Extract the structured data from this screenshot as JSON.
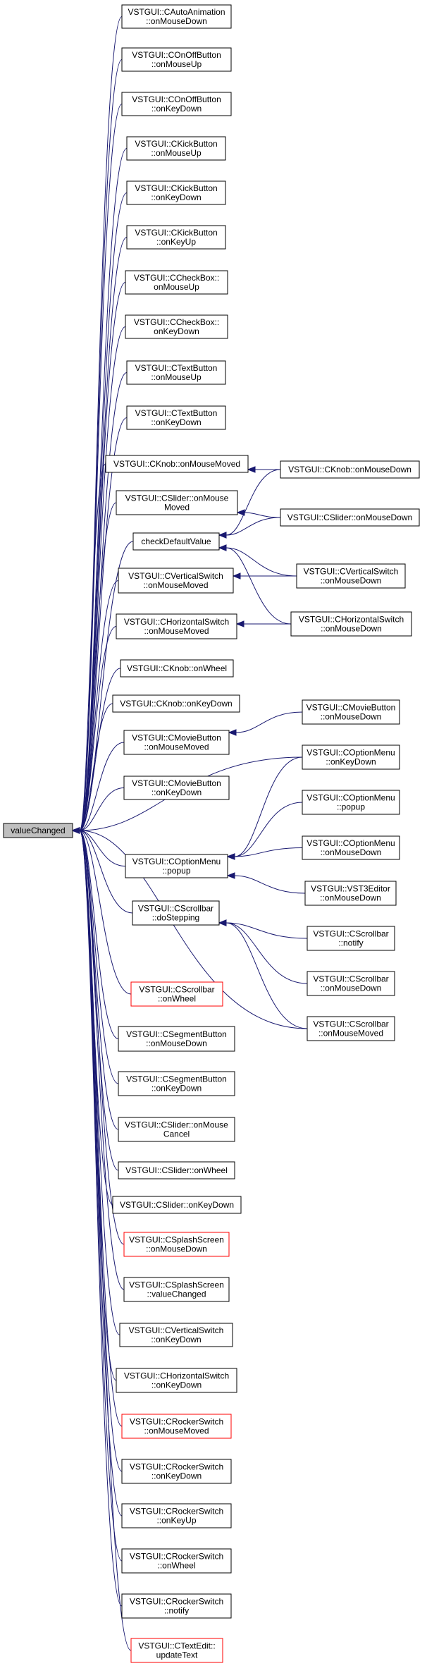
{
  "root": {
    "id": "valueChanged",
    "lines": [
      "valueChanged"
    ]
  },
  "nodes": [
    {
      "id": "n1",
      "lines": [
        "VSTGUI::CAutoAnimation",
        "::onMouseDown"
      ],
      "red": false
    },
    {
      "id": "n2",
      "lines": [
        "VSTGUI::COnOffButton",
        "::onMouseUp"
      ],
      "red": false
    },
    {
      "id": "n3",
      "lines": [
        "VSTGUI::COnOffButton",
        "::onKeyDown"
      ],
      "red": false
    },
    {
      "id": "n4",
      "lines": [
        "VSTGUI::CKickButton",
        "::onMouseUp"
      ],
      "red": false
    },
    {
      "id": "n5",
      "lines": [
        "VSTGUI::CKickButton",
        "::onKeyDown"
      ],
      "red": false
    },
    {
      "id": "n6",
      "lines": [
        "VSTGUI::CKickButton",
        "::onKeyUp"
      ],
      "red": false
    },
    {
      "id": "n7",
      "lines": [
        "VSTGUI::CCheckBox::",
        "onMouseUp"
      ],
      "red": false
    },
    {
      "id": "n8",
      "lines": [
        "VSTGUI::CCheckBox::",
        "onKeyDown"
      ],
      "red": false
    },
    {
      "id": "n9",
      "lines": [
        "VSTGUI::CTextButton",
        "::onMouseUp"
      ],
      "red": false
    },
    {
      "id": "n10",
      "lines": [
        "VSTGUI::CTextButton",
        "::onKeyDown"
      ],
      "red": false
    },
    {
      "id": "n11",
      "lines": [
        "VSTGUI::CKnob::onMouseMoved"
      ],
      "red": false
    },
    {
      "id": "n12",
      "lines": [
        "VSTGUI::CSlider::onMouse",
        "Moved"
      ],
      "red": false
    },
    {
      "id": "n13",
      "lines": [
        "checkDefaultValue"
      ],
      "red": false
    },
    {
      "id": "n14",
      "lines": [
        "VSTGUI::CVerticalSwitch",
        "::onMouseMoved"
      ],
      "red": false
    },
    {
      "id": "n15",
      "lines": [
        "VSTGUI::CHorizontalSwitch",
        "::onMouseMoved"
      ],
      "red": false
    },
    {
      "id": "n16",
      "lines": [
        "VSTGUI::CKnob::onWheel"
      ],
      "red": false
    },
    {
      "id": "n17",
      "lines": [
        "VSTGUI::CKnob::onKeyDown"
      ],
      "red": false
    },
    {
      "id": "n18",
      "lines": [
        "VSTGUI::CMovieButton",
        "::onMouseMoved"
      ],
      "red": false
    },
    {
      "id": "n19",
      "lines": [
        "VSTGUI::CMovieButton",
        "::onKeyDown"
      ],
      "red": false
    },
    {
      "id": "n20",
      "lines": [
        "VSTGUI::COptionMenu",
        "::popup"
      ],
      "red": false
    },
    {
      "id": "n21",
      "lines": [
        "VSTGUI::CScrollbar",
        "::doStepping"
      ],
      "red": false
    },
    {
      "id": "n22",
      "lines": [
        "VSTGUI::CScrollbar",
        "::onWheel"
      ],
      "red": true
    },
    {
      "id": "n23",
      "lines": [
        "VSTGUI::CSegmentButton",
        "::onMouseDown"
      ],
      "red": false
    },
    {
      "id": "n24",
      "lines": [
        "VSTGUI::CSegmentButton",
        "::onKeyDown"
      ],
      "red": false
    },
    {
      "id": "n25",
      "lines": [
        "VSTGUI::CSlider::onMouse",
        "Cancel"
      ],
      "red": false
    },
    {
      "id": "n26",
      "lines": [
        "VSTGUI::CSlider::onWheel"
      ],
      "red": false
    },
    {
      "id": "n27",
      "lines": [
        "VSTGUI::CSlider::onKeyDown"
      ],
      "red": false
    },
    {
      "id": "n28",
      "lines": [
        "VSTGUI::CSplashScreen",
        "::onMouseDown"
      ],
      "red": true
    },
    {
      "id": "n29",
      "lines": [
        "VSTGUI::CSplashScreen",
        "::valueChanged"
      ],
      "red": false
    },
    {
      "id": "n30",
      "lines": [
        "VSTGUI::CVerticalSwitch",
        "::onKeyDown"
      ],
      "red": false
    },
    {
      "id": "n31",
      "lines": [
        "VSTGUI::CHorizontalSwitch",
        "::onKeyDown"
      ],
      "red": false
    },
    {
      "id": "n32",
      "lines": [
        "VSTGUI::CRockerSwitch",
        "::onMouseMoved"
      ],
      "red": true
    },
    {
      "id": "n33",
      "lines": [
        "VSTGUI::CRockerSwitch",
        "::onKeyDown"
      ],
      "red": false
    },
    {
      "id": "n34",
      "lines": [
        "VSTGUI::CRockerSwitch",
        "::onKeyUp"
      ],
      "red": false
    },
    {
      "id": "n35",
      "lines": [
        "VSTGUI::CRockerSwitch",
        "::onWheel"
      ],
      "red": false
    },
    {
      "id": "n36",
      "lines": [
        "VSTGUI::CRockerSwitch",
        "::notify"
      ],
      "red": false
    },
    {
      "id": "n37",
      "lines": [
        "VSTGUI::CTextEdit::",
        "updateText"
      ],
      "red": true
    },
    {
      "id": "r1",
      "lines": [
        "VSTGUI::CKnob::onMouseDown"
      ],
      "red": false
    },
    {
      "id": "r2",
      "lines": [
        "VSTGUI::CSlider::onMouseDown"
      ],
      "red": false
    },
    {
      "id": "r3",
      "lines": [
        "VSTGUI::CVerticalSwitch",
        "::onMouseDown"
      ],
      "red": false
    },
    {
      "id": "r4",
      "lines": [
        "VSTGUI::CHorizontalSwitch",
        "::onMouseDown"
      ],
      "red": false
    },
    {
      "id": "r5",
      "lines": [
        "VSTGUI::CMovieButton",
        "::onMouseDown"
      ],
      "red": false
    },
    {
      "id": "r6",
      "lines": [
        "VSTGUI::COptionMenu",
        "::onKeyDown"
      ],
      "red": false
    },
    {
      "id": "r7",
      "lines": [
        "VSTGUI::COptionMenu",
        "::popup"
      ],
      "red": false
    },
    {
      "id": "r8",
      "lines": [
        "VSTGUI::COptionMenu",
        "::onMouseDown"
      ],
      "red": false
    },
    {
      "id": "r9",
      "lines": [
        "VSTGUI::VST3Editor",
        "::onMouseDown"
      ],
      "red": false
    },
    {
      "id": "r10",
      "lines": [
        "VSTGUI::CScrollbar",
        "::notify"
      ],
      "red": false
    },
    {
      "id": "r11",
      "lines": [
        "VSTGUI::CScrollbar",
        "::onMouseDown"
      ],
      "red": false
    },
    {
      "id": "r12",
      "lines": [
        "VSTGUI::CScrollbar",
        "::onMouseMoved"
      ],
      "red": false
    }
  ],
  "edges": [
    [
      "n1",
      "valueChanged"
    ],
    [
      "n2",
      "valueChanged"
    ],
    [
      "n3",
      "valueChanged"
    ],
    [
      "n4",
      "valueChanged"
    ],
    [
      "n5",
      "valueChanged"
    ],
    [
      "n6",
      "valueChanged"
    ],
    [
      "n7",
      "valueChanged"
    ],
    [
      "n8",
      "valueChanged"
    ],
    [
      "n9",
      "valueChanged"
    ],
    [
      "n10",
      "valueChanged"
    ],
    [
      "n11",
      "valueChanged"
    ],
    [
      "n12",
      "valueChanged"
    ],
    [
      "n13",
      "valueChanged"
    ],
    [
      "n14",
      "valueChanged"
    ],
    [
      "n15",
      "valueChanged"
    ],
    [
      "n16",
      "valueChanged"
    ],
    [
      "n17",
      "valueChanged"
    ],
    [
      "n18",
      "valueChanged"
    ],
    [
      "n19",
      "valueChanged"
    ],
    [
      "n20",
      "valueChanged"
    ],
    [
      "n21",
      "valueChanged"
    ],
    [
      "n22",
      "valueChanged"
    ],
    [
      "n23",
      "valueChanged"
    ],
    [
      "n24",
      "valueChanged"
    ],
    [
      "n25",
      "valueChanged"
    ],
    [
      "n26",
      "valueChanged"
    ],
    [
      "n27",
      "valueChanged"
    ],
    [
      "n28",
      "valueChanged"
    ],
    [
      "n29",
      "valueChanged"
    ],
    [
      "n30",
      "valueChanged"
    ],
    [
      "n31",
      "valueChanged"
    ],
    [
      "n32",
      "valueChanged"
    ],
    [
      "n33",
      "valueChanged"
    ],
    [
      "n34",
      "valueChanged"
    ],
    [
      "n35",
      "valueChanged"
    ],
    [
      "n36",
      "valueChanged"
    ],
    [
      "n37",
      "valueChanged"
    ],
    [
      "r6",
      "valueChanged"
    ],
    [
      "r12",
      "valueChanged"
    ],
    [
      "r1",
      "n11"
    ],
    [
      "r1",
      "n13"
    ],
    [
      "r2",
      "n12"
    ],
    [
      "r2",
      "n13"
    ],
    [
      "r3",
      "n13"
    ],
    [
      "r3",
      "n14"
    ],
    [
      "r4",
      "n13"
    ],
    [
      "r4",
      "n15"
    ],
    [
      "r5",
      "n18"
    ],
    [
      "r6",
      "n20"
    ],
    [
      "r7",
      "n20"
    ],
    [
      "r8",
      "n20"
    ],
    [
      "r9",
      "n20"
    ],
    [
      "r10",
      "n21"
    ],
    [
      "r11",
      "n21"
    ],
    [
      "r12",
      "n21"
    ]
  ]
}
